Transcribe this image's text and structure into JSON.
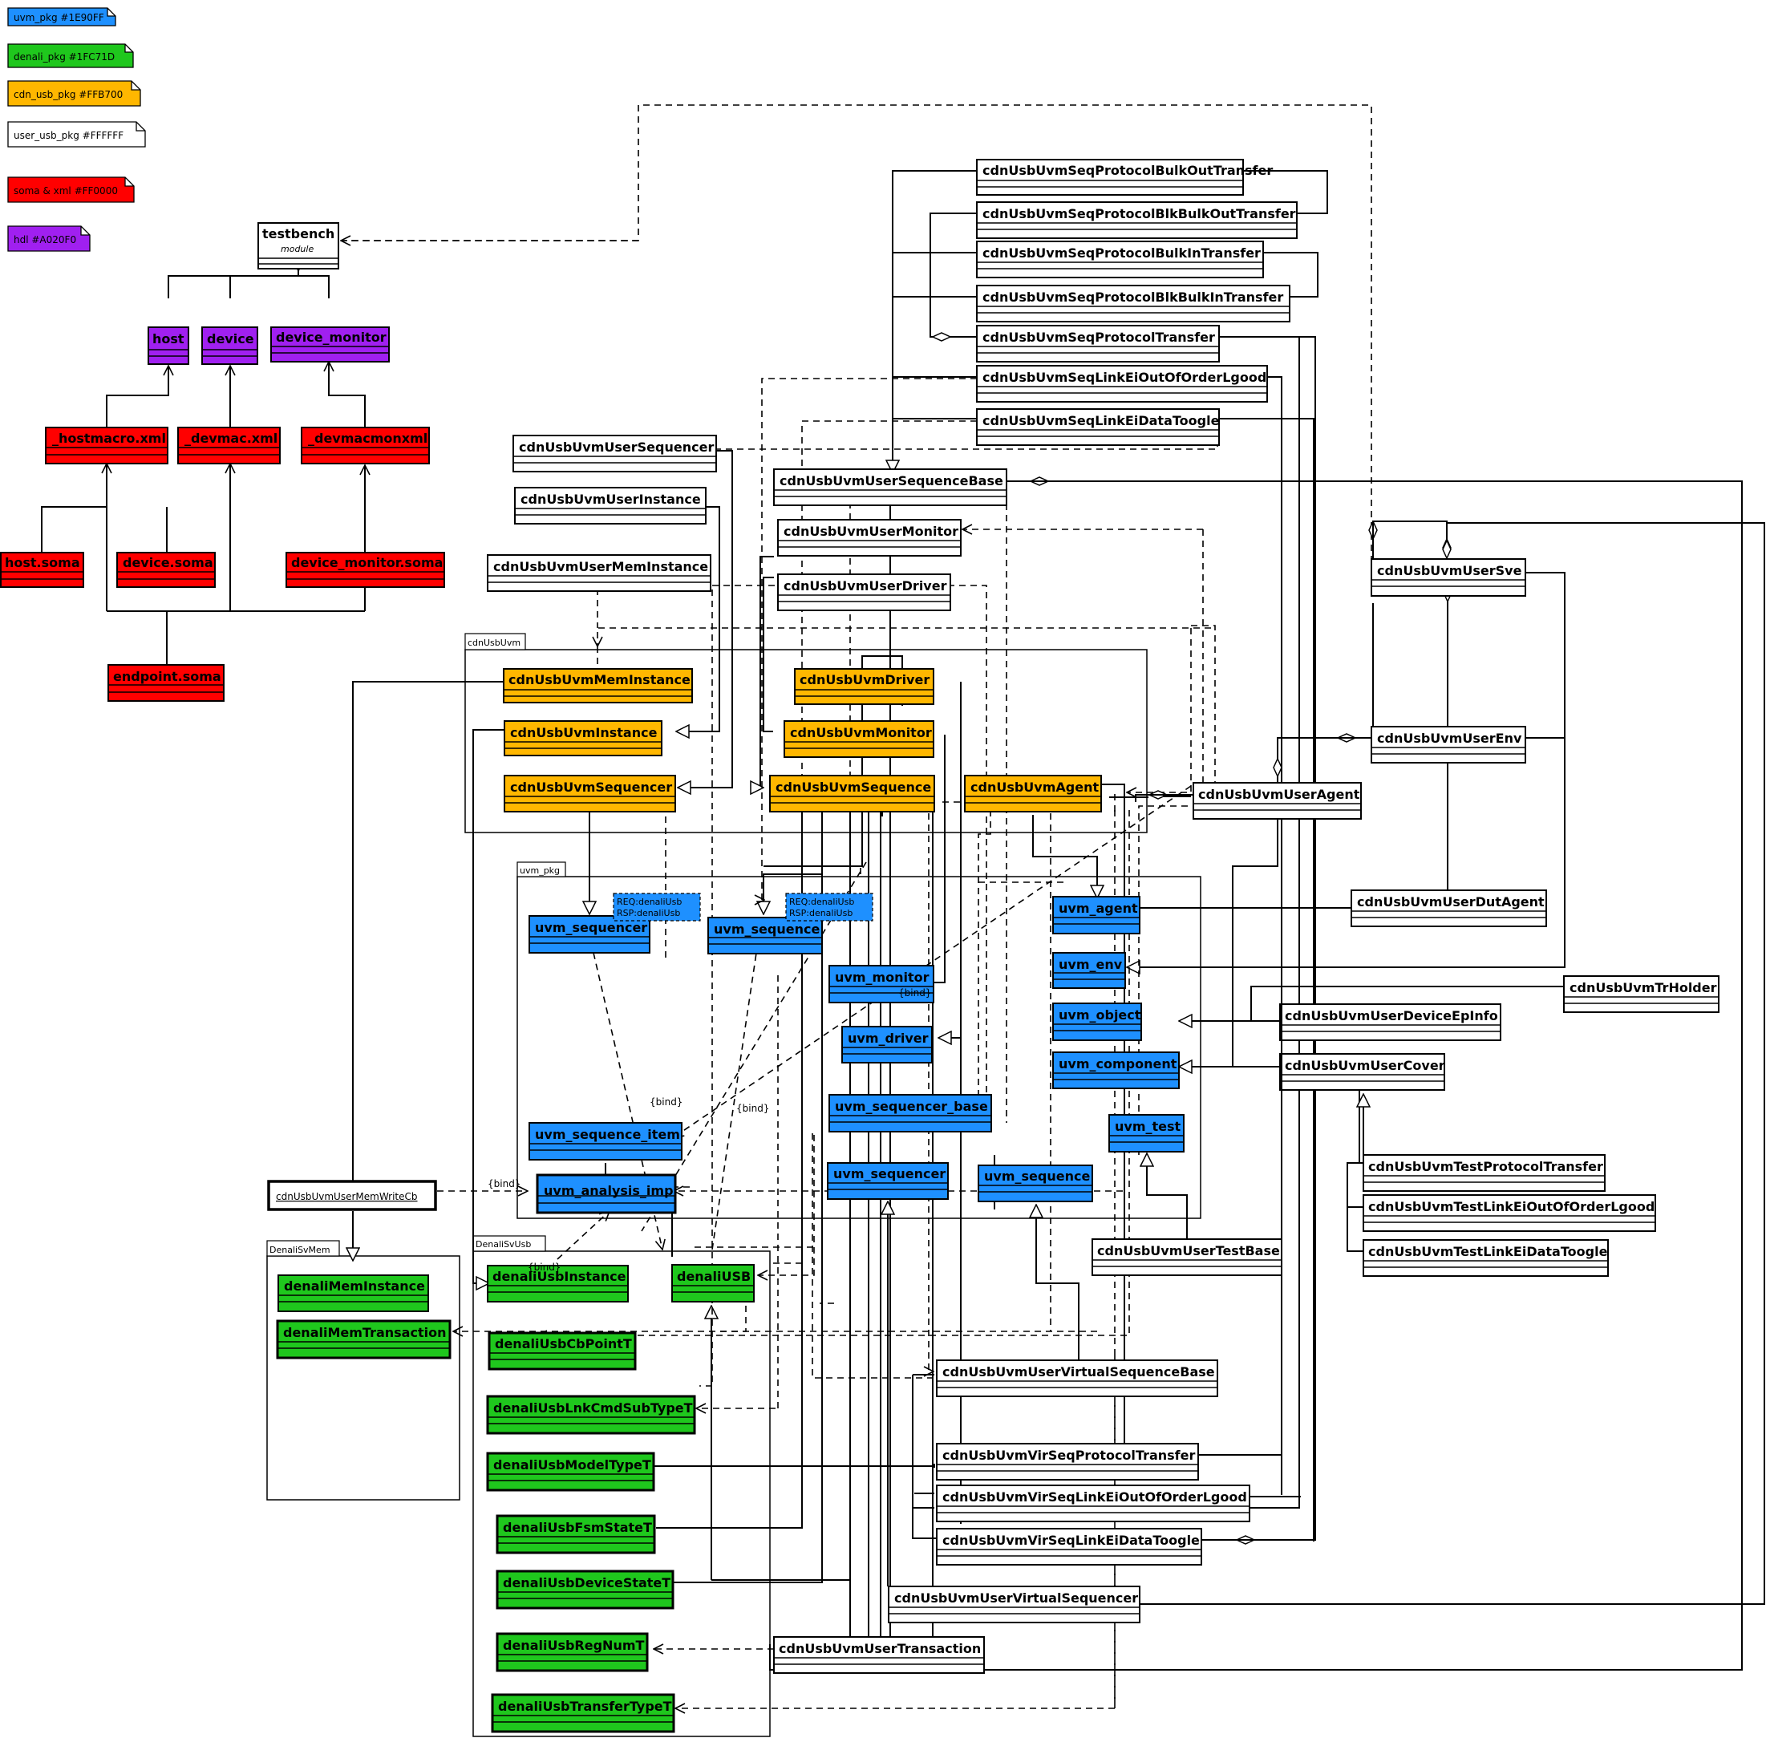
{
  "legend": [
    {
      "label": "uvm_pkg #1E90FF",
      "color": "#1E90FF"
    },
    {
      "label": "denali_pkg #1FC71D",
      "color": "#1FC71D"
    },
    {
      "label": "cdn_usb_pkg #FFB700",
      "color": "#FFB700"
    },
    {
      "label": "user_usb_pkg #FFFFFF",
      "color": "#FFFFFF"
    },
    {
      "label": "soma & xml #FF0000",
      "color": "#FF0000"
    },
    {
      "label": "hdl #A020F0",
      "color": "#A020F0"
    }
  ],
  "packages": {
    "cdnUsbUvm": "cdnUsbUvm",
    "uvm_pkg": "uvm_pkg",
    "DenaliSvUsb": "DenaliSvUsb",
    "DenaliSvMem": "DenaliSvMem"
  },
  "testbench": {
    "name": "testbench",
    "stereotype": "module"
  },
  "hdl": [
    "host",
    "device",
    "device_monitor"
  ],
  "xml": [
    "_hostmacro.xml",
    "_devmac.xml",
    "_devmacmonxml"
  ],
  "soma": [
    "host.soma",
    "device.soma",
    "device_monitor.soma",
    "endpoint.soma"
  ],
  "cdn_usb": [
    "cdnUsbUvmMemInstance",
    "cdnUsbUvmInstance",
    "cdnUsbUvmSequencer",
    "cdnUsbUvmDriver",
    "cdnUsbUvmMonitor",
    "cdnUsbUvmSequence",
    "cdnUsbUvmAgent"
  ],
  "uvm": [
    "uvm_sequencer",
    "uvm_sequence",
    "uvm_monitor",
    "uvm_driver",
    "uvm_sequencer_base",
    "uvm_sequencer",
    "uvm_sequence",
    "uvm_sequence_item",
    "uvm_analysis_imp",
    "uvm_agent",
    "uvm_env",
    "uvm_object",
    "uvm_component",
    "uvm_test"
  ],
  "denali": [
    "denaliUsbInstance",
    "denaliUSB",
    "denaliUsbCbPointT",
    "denaliUsbLnkCmdSubTypeT",
    "denaliUsbModelTypeT",
    "denaliUsbFsmStateT",
    "denaliUsbDeviceStateT",
    "denaliUsbRegNumT",
    "denaliUsbTransferTypeT",
    "denaliMemInstance",
    "denaliMemTransaction"
  ],
  "user": [
    "cdnUsbUvmSeqProtocolBulkOutTransfer",
    "cdnUsbUvmSeqProtocolBlkBulkOutTransfer",
    "cdnUsbUvmSeqProtocolBulkInTransfer",
    "cdnUsbUvmSeqProtocolBlkBulkInTransfer",
    "cdnUsbUvmSeqProtocolTransfer",
    "cdnUsbUvmSeqLinkEiOutOfOrderLgood",
    "cdnUsbUvmSeqLinkEiDataToogle",
    "cdnUsbUvmUserSequencer",
    "cdnUsbUvmUserSequenceBase",
    "cdnUsbUvmUserInstance",
    "cdnUsbUvmUserMonitor",
    "cdnUsbUvmUserMemInstance",
    "cdnUsbUvmUserDriver",
    "cdnUsbUvmUserSve",
    "cdnUsbUvmUserEnv",
    "cdnUsbUvmUserAgent",
    "cdnUsbUvmUserDutAgent",
    "cdnUsbUvmTrHolder",
    "cdnUsbUvmUserDeviceEpInfo",
    "cdnUsbUvmUserCover",
    "cdnUsbUvmTestProtocolTransfer",
    "cdnUsbUvmTestLinkEiOutOfOrderLgood",
    "cdnUsbUvmTestLinkEiDataToogle",
    "cdnUsbUvmUserTestBase",
    "cdnUsbUvmUserVirtualSequenceBase",
    "cdnUsbUvmVirSeqProtocolTransfer",
    "cdnUsbUvmVirSeqLinkEiOutOfOrderLgood",
    "cdnUsbUvmVirSeqLinkEiDataToogle",
    "cdnUsbUvmUserVirtualSequencer",
    "cdnUsbUvmUserTransaction",
    "cdnUsbUvmUserMemWriteCb"
  ],
  "params": {
    "sequencer": [
      "REQ:denaliUsb",
      "RSP:denaliUsb"
    ],
    "sequence": [
      "REQ:denaliUsb",
      "RSP:denaliUsb"
    ]
  },
  "labels": {
    "bind": "{bind}"
  }
}
